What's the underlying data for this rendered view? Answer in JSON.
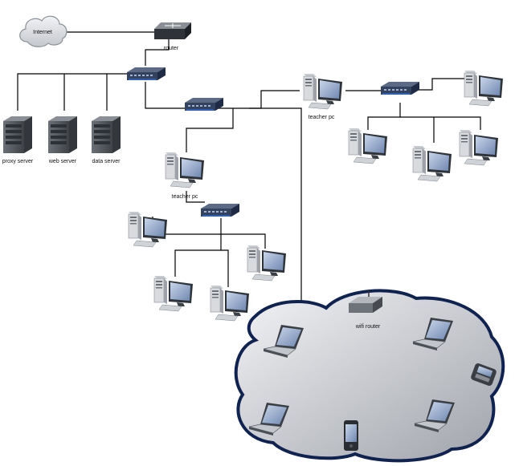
{
  "labels": {
    "internet": "Internet",
    "router": "router",
    "proxy_server": "proxy server",
    "web_server": "web server",
    "data_server": "data server",
    "teacher_pc_1": "teacher pc",
    "teacher_pc_2": "teacher pc",
    "wifi_router": "wifi router"
  },
  "colors": {
    "cable": "#000000",
    "switch_body": "#3a4a68",
    "switch_trim": "#2a56a8",
    "cloud_border": "#0f2250",
    "server": "#555a60",
    "monitor_screen": "#8aa2c8"
  },
  "icons": {
    "internet": "cloud-icon",
    "router": "router-icon",
    "switch": "network-switch-icon",
    "server": "server-icon",
    "pc": "desktop-pc-icon",
    "laptop": "laptop-icon",
    "phone": "smartphone-icon",
    "wifi_router": "wifi-router-icon"
  }
}
